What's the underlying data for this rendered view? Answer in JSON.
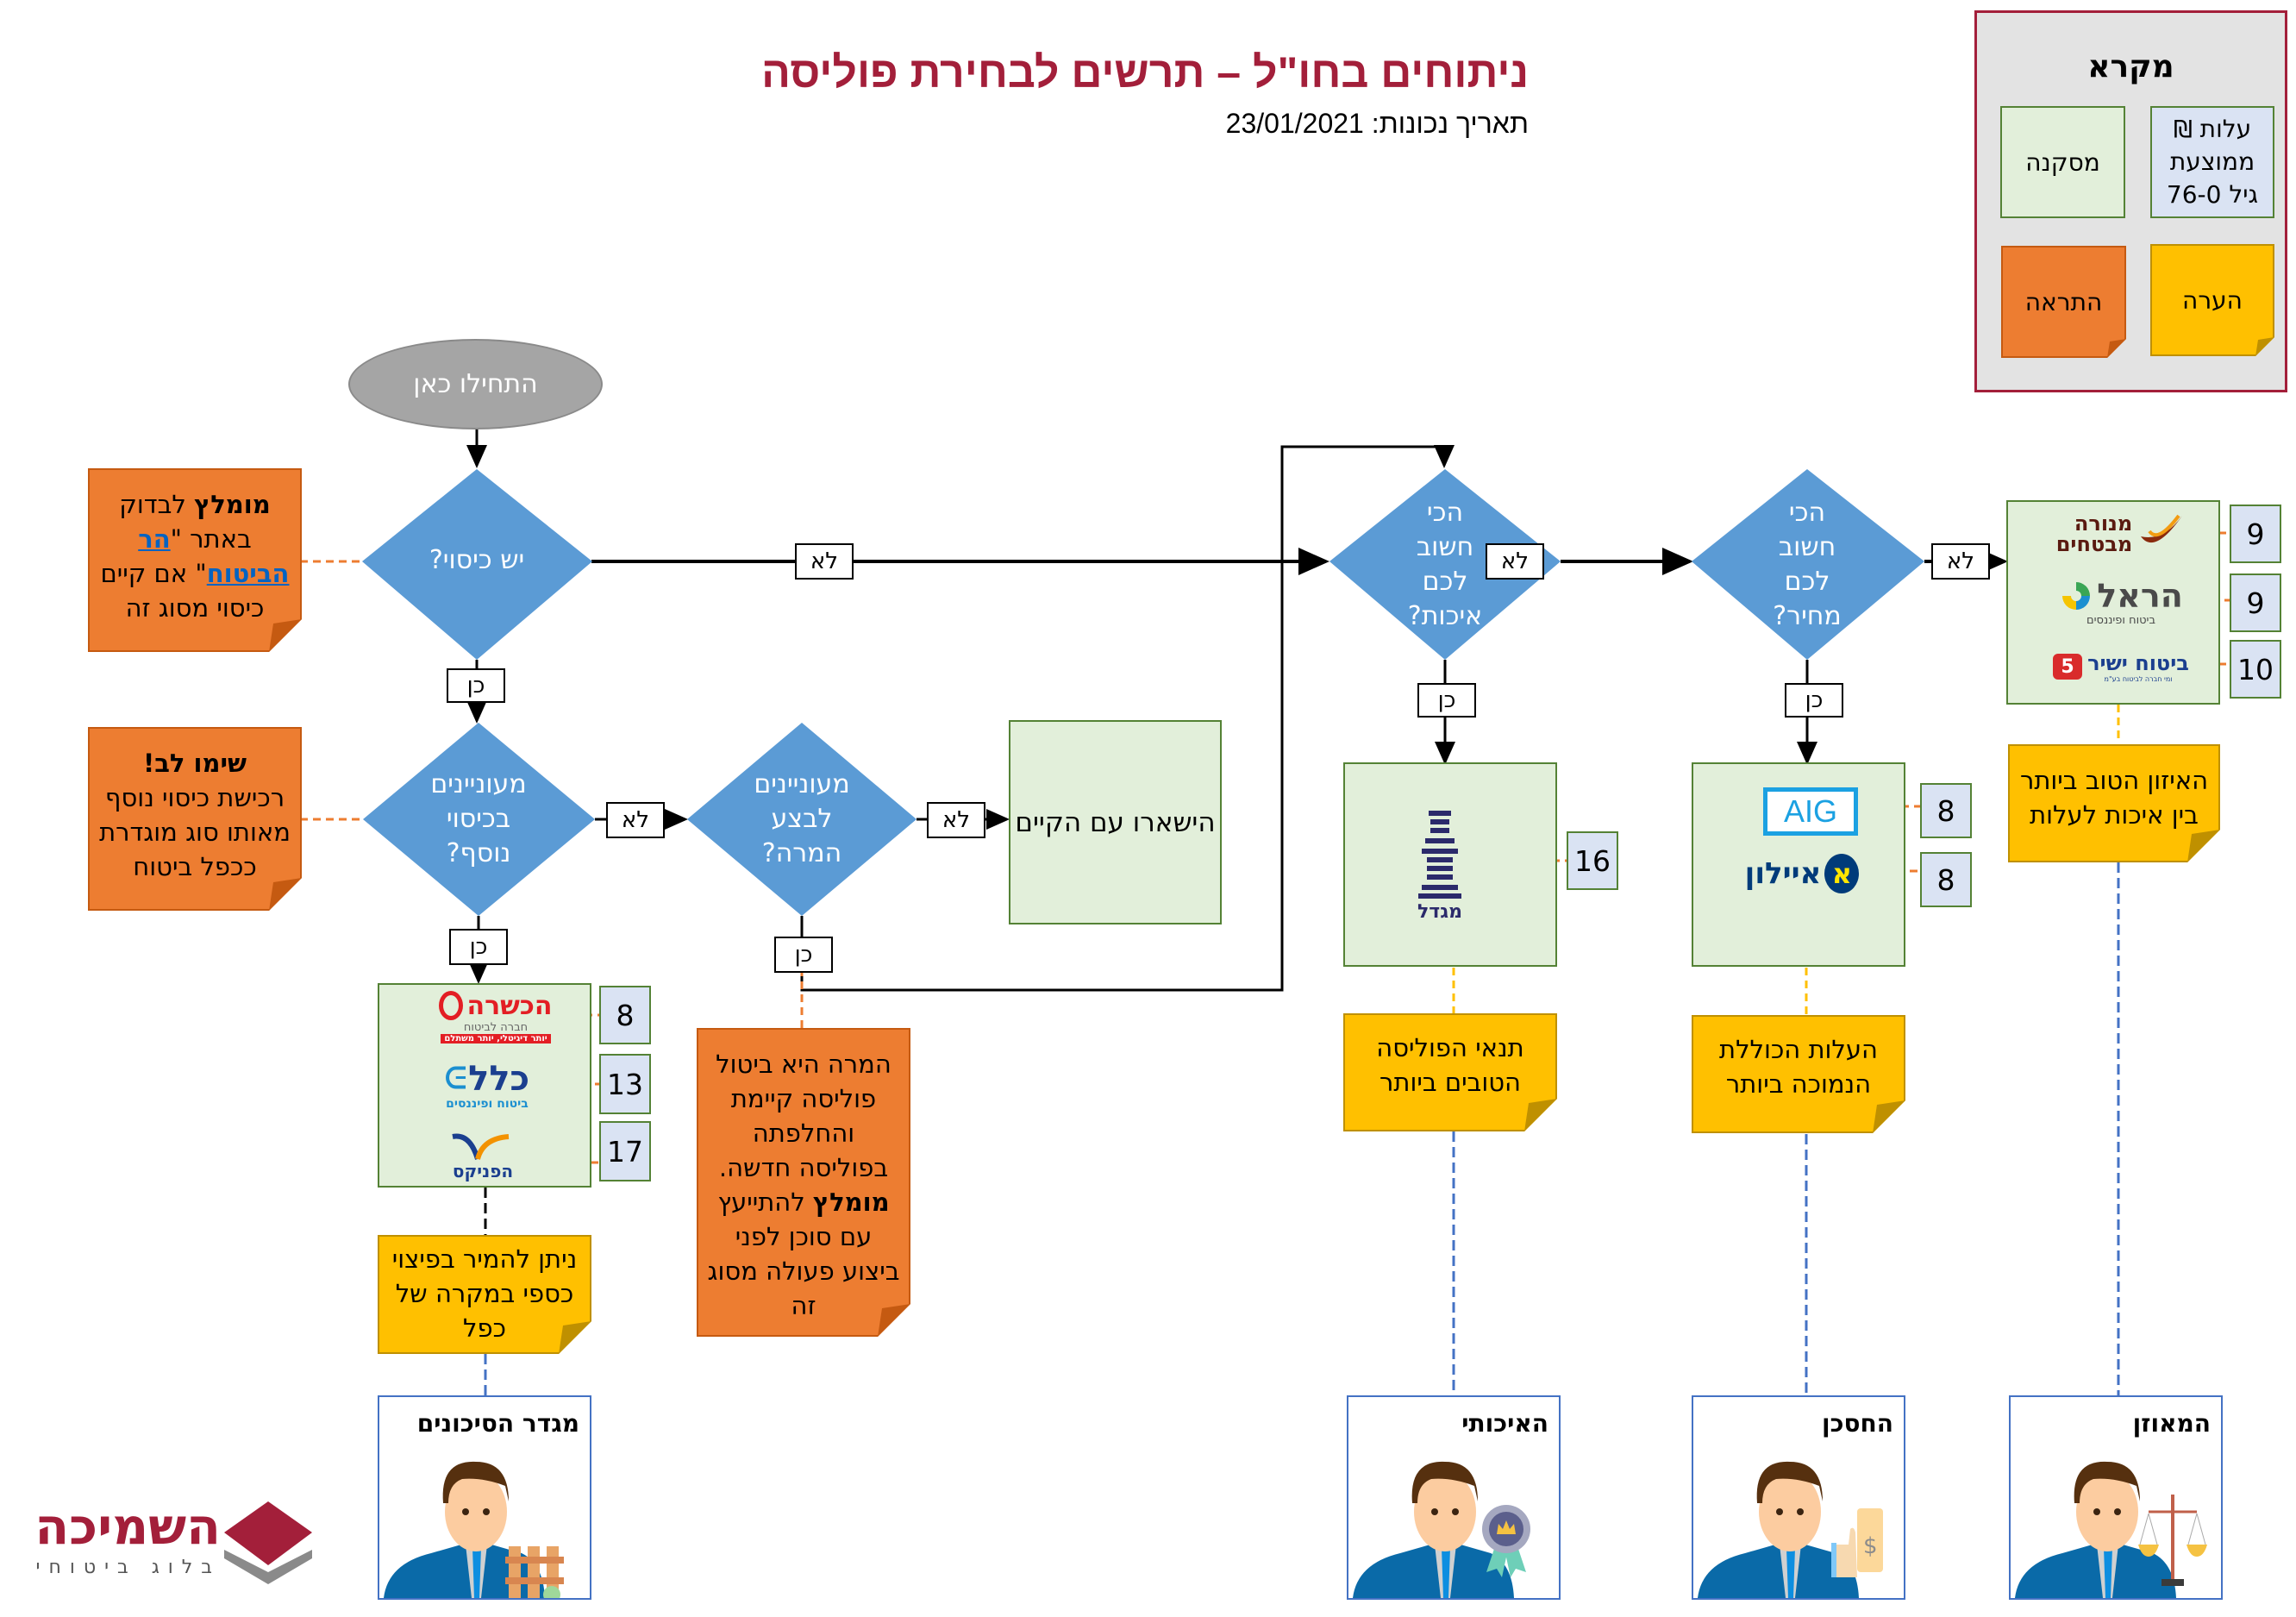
{
  "header": {
    "title": "ניתוחים בחו\"ל – תרשים לבחירת פוליסה",
    "date_label": "תאריך נכונות: 23/01/2021"
  },
  "legend": {
    "title": "מקרא",
    "items": [
      {
        "key": "cost",
        "label_lines": [
          "עלות ₪",
          "ממוצעת",
          "גיל 76-0"
        ],
        "color": "#dae3f3"
      },
      {
        "key": "conclusion",
        "label": "מסקנה",
        "color": "#e2efda"
      },
      {
        "key": "note",
        "label": "הערה",
        "color": "#ffc000"
      },
      {
        "key": "warning",
        "label": "התראה",
        "color": "#ed7d31"
      }
    ]
  },
  "colors": {
    "title": "#a31f3a",
    "decision": "#5b9bd5",
    "start": "#a5a5a5",
    "conclusion": "#e2efda",
    "cost": "#dae3f3",
    "note": "#ffc000",
    "warning": "#ed7d31",
    "persona_border": "#4472c4"
  },
  "flow": {
    "start": "התחילו כאן",
    "decisions": {
      "has_coverage": "יש כיסוי?",
      "additional_coverage": [
        "מעוניינים",
        "בכיסוי",
        "נוסף?"
      ],
      "switch_policy": [
        "מעוניינים",
        "לבצע",
        "המרה?"
      ],
      "quality_important": [
        "הכי",
        "חשוב",
        "לכם",
        "איכות?"
      ],
      "price_important": [
        "הכי",
        "חשוב",
        "לכם",
        "מחיר?"
      ]
    },
    "labels": {
      "yes": "כן",
      "no": "לא"
    },
    "stay_with_existing": "הישארו עם הקיים"
  },
  "warnings": {
    "check_har_habituach": {
      "bold_prefix": "מומלץ",
      "text_1": " לבדוק",
      "text_2": "באתר \"",
      "link_1": "הר",
      "link_2": "הביטוח",
      "text_3": "\" אם קיים",
      "text_4": "כיסוי מסוג זה"
    },
    "double_insurance": {
      "bold_title": "שימו לב!",
      "lines": [
        "רכישת כיסוי נוסף",
        "מאותו סוג מוגדרת",
        "ככפל ביטוח"
      ]
    },
    "switch_explanation": {
      "lines_before": [
        "המרה היא ביטול",
        "פוליסה קיימת",
        "והחלפתה",
        "בפוליסה חדשה."
      ],
      "bold_word": "מומלץ",
      "after_bold": " להתייעץ",
      "lines_after": [
        "עם סוכן לפני",
        "ביצוע פעולה מסוג",
        "זה"
      ]
    }
  },
  "conclusions": {
    "additional": {
      "insurers": [
        {
          "name": "הכשרה",
          "sub": "חברה לביטוח",
          "tagline": "יותר דיגיטלי, יותר משתלם",
          "cost": "8"
        },
        {
          "name": "כלל",
          "sub": "ביטוח ופיננסים",
          "cost": "13"
        },
        {
          "name": "הפניקס",
          "cost": "17"
        }
      ],
      "note": [
        "ניתן להמיר בפיצוי",
        "כספי במקרה של",
        "כפל"
      ],
      "persona": "מגדר הסיכונים",
      "persona_icon": "fence-icon"
    },
    "quality": {
      "insurers": [
        {
          "name": "מגדל",
          "cost": "16"
        }
      ],
      "note": [
        "תנאי הפוליסה",
        "הטובים ביותר"
      ],
      "persona": "האיכותי",
      "persona_icon": "award-ribbon-icon"
    },
    "price": {
      "insurers": [
        {
          "name": "AIG",
          "cost": "8"
        },
        {
          "name": "איילון",
          "cost": "8"
        }
      ],
      "note": [
        "העלות הכוללת",
        "הנמוכה ביותר"
      ],
      "persona": "החסכן",
      "persona_icon": "price-tag-thumbs-up-icon"
    },
    "balanced": {
      "insurers": [
        {
          "name_lines": [
            "מנורה",
            "מבטחים"
          ],
          "cost": "9"
        },
        {
          "name": "הראל",
          "sub": "ביטוח ופיננסים",
          "cost": "9"
        },
        {
          "name": "ביטוח ישיר",
          "sub": "ומי חברה לביטוח בע\"מ",
          "badge": "5",
          "cost": "10"
        }
      ],
      "note": [
        "האיזון הטוב ביותר",
        "בין איכות לעלות"
      ],
      "persona": "המאוזן",
      "persona_icon": "scales-icon"
    }
  },
  "brand": {
    "name": "השמיכה",
    "tagline": "בלוג ביטוחי"
  }
}
